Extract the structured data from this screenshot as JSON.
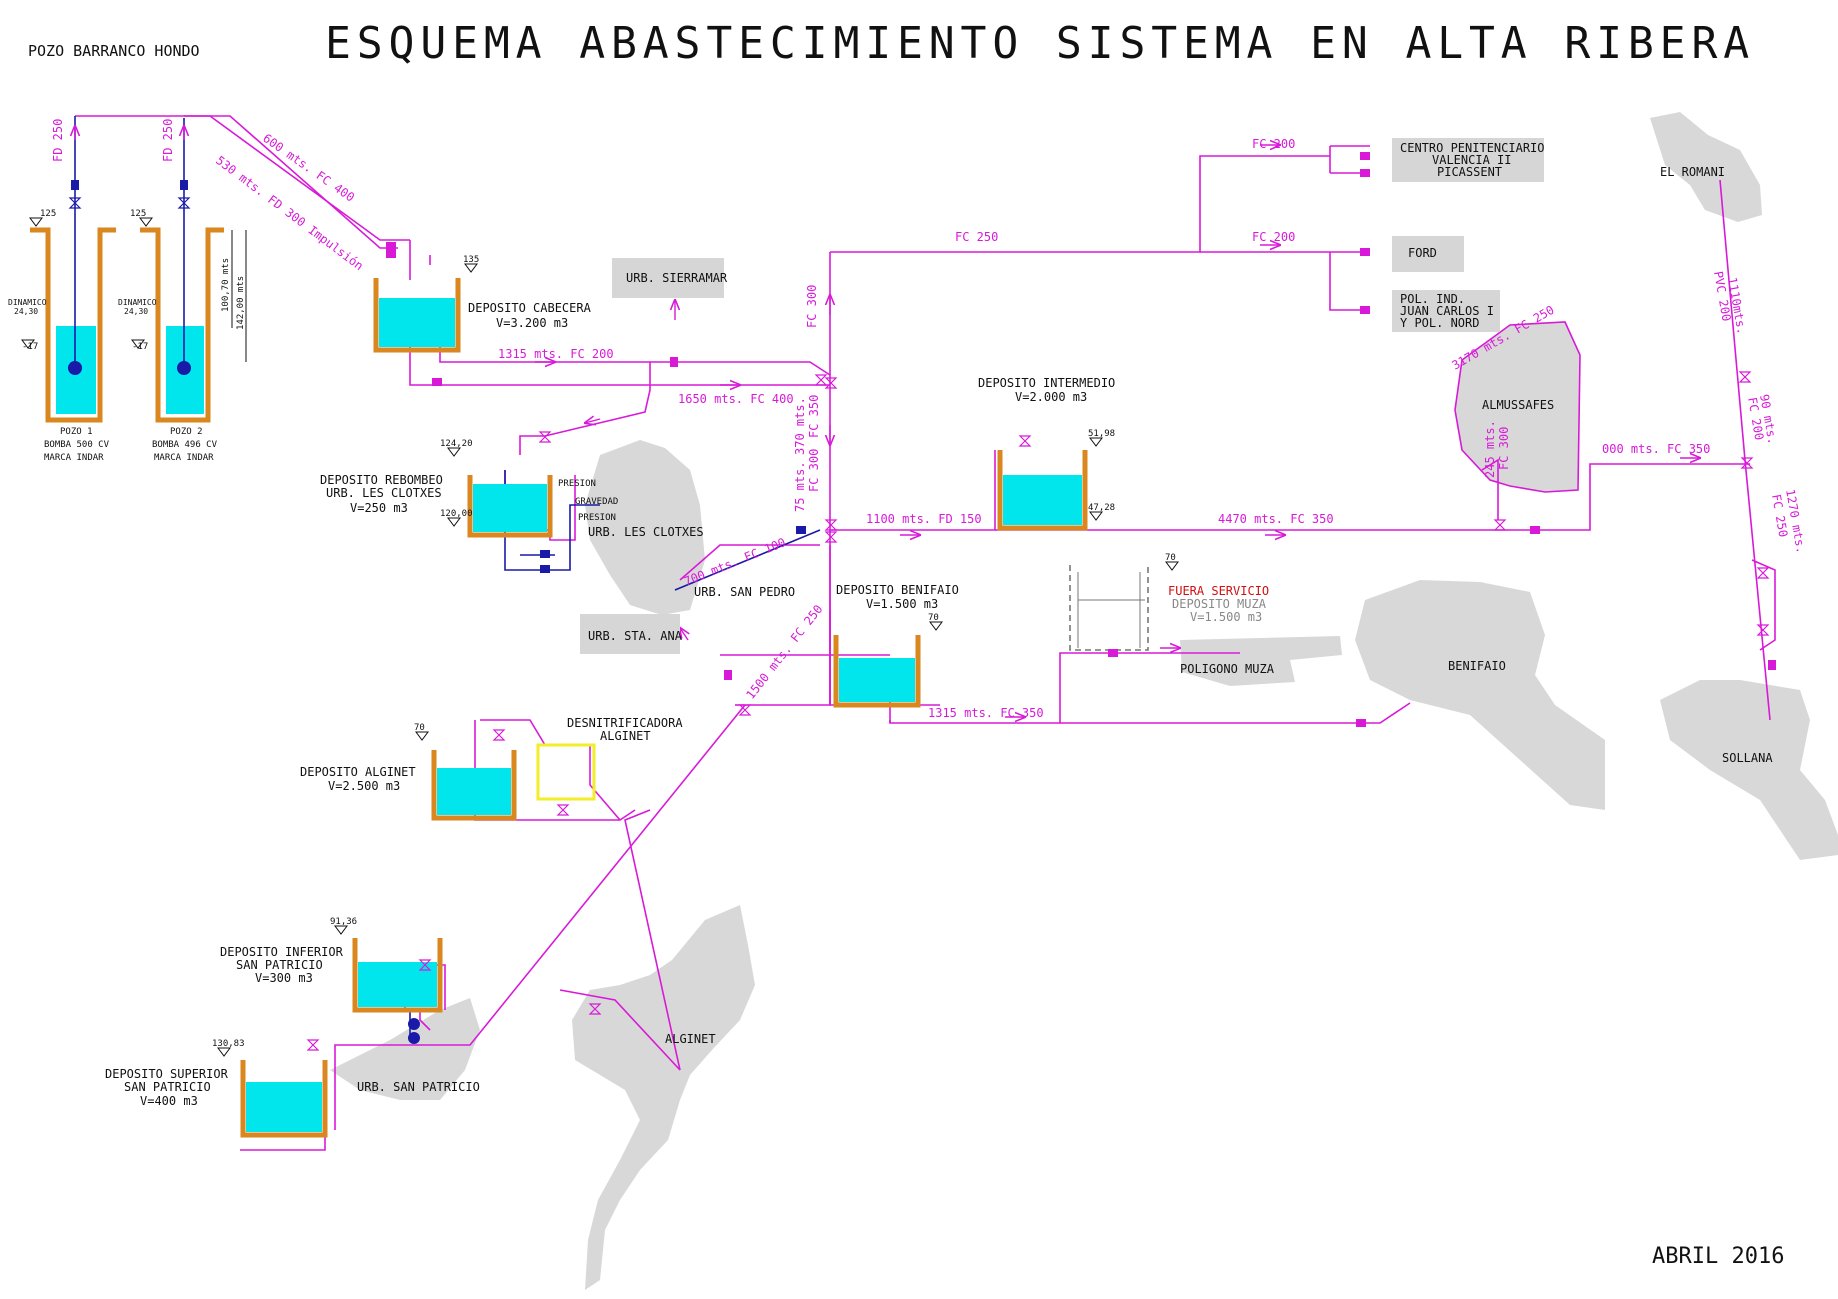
{
  "header": {
    "title": "ESQUEMA ABASTECIMIENTO SISTEMA EN ALTA RIBERA",
    "source": "POZO BARRANCO HONDO",
    "date": "ABRIL 2016"
  },
  "colors": {
    "pipe": "#d81ad8",
    "pipe_blue": "#1a1aa8",
    "water": "#00e6ec",
    "tank_wall": "#d9871e",
    "town": "#d8d8d8",
    "label_box": "#d6d6d6",
    "out_of_service": "#d01010",
    "nitrate_box": "#f2ee2a",
    "text": "#111111"
  },
  "wells": {
    "pozo1": {
      "name": "POZO 1",
      "pump": "BOMBA 500 CV",
      "brand": "MARCA INDAR",
      "pipe": "FD 250",
      "top": "125",
      "dynamic_label": "DINAMICO",
      "dynamic_value": "24,30",
      "level": "-17"
    },
    "pozo2": {
      "name": "POZO 2",
      "pump": "BOMBA 496 CV",
      "brand": "MARCA INDAR",
      "pipe": "FD 250",
      "top": "125",
      "dynamic_label": "DINAMICO",
      "dynamic_value": "24,30",
      "level": "-17"
    },
    "dim1": "100,70 mts",
    "dim2": "142,00 mts"
  },
  "tanks": {
    "cabecera": {
      "name": "DEPOSITO CABECERA",
      "volume": "V=3.200 m3",
      "level": "135"
    },
    "rebombeo": {
      "name1": "DEPOSITO REBOMBEO",
      "name2": "URB. LES CLOTXES",
      "volume": "V=250 m3",
      "level_top": "124,20",
      "level_bottom": "120,00",
      "presion": "PRESION",
      "gravedad": "GRAVEDAD",
      "presion2": "PRESION"
    },
    "intermedio": {
      "name": "DEPOSITO INTERMEDIO",
      "volume": "V=2.000 m3",
      "level_top": "51,98",
      "level_bottom": "47,28"
    },
    "benifaio": {
      "name": "DEPOSITO BENIFAIO",
      "volume": "V=1.500 m3",
      "level": "70"
    },
    "muza": {
      "status": "FUERA SERVICIO",
      "name": "DEPOSITO MUZA",
      "volume": "V=1.500 m3",
      "level": "70"
    },
    "alginet": {
      "name": "DEPOSITO ALGINET",
      "volume": "V=2.500 m3",
      "level": "70"
    },
    "desnitrificadora": {
      "name1": "DESNITRIFICADORA",
      "name2": "ALGINET"
    },
    "inferior": {
      "name1": "DEPOSITO INFERIOR",
      "name2": "SAN PATRICIO",
      "volume": "V=300 m3",
      "level": "91,36"
    },
    "superior": {
      "name1": "DEPOSITO SUPERIOR",
      "name2": "SAN PATRICIO",
      "volume": "V=400 m3",
      "level": "130,83"
    }
  },
  "pipes": {
    "p600": "600 mts. FC 400",
    "p530": "530 mts. FD 300 Impulsión",
    "p1315a": "1315 mts. FC 200",
    "p1650": "1650 mts. FC 400",
    "fc300v": "FC 300",
    "fc250top": "FC 250",
    "fc200a": "FC 200",
    "fc200b": "FC 200",
    "p370": "370 mts.",
    "p370b": "FC 350",
    "p75": "75 mts.",
    "p75b": "FC 300",
    "p1100": "1100 mts. FD 150",
    "p4470": "4470 mts. FC 350",
    "p700": "700 mts. FC 100",
    "p1500": "1500 mts. FC 250",
    "p1315b": "1315 mts. FC 350",
    "p3170": "3170 mts. FC 250",
    "p245": "245 mts.",
    "p245b": "FC 300",
    "p000": "000 mts. FC 350",
    "p1110": "1110mts.",
    "p1110b": "PVC 200",
    "p90": "90 mts.",
    "p90b": "FC 200",
    "p1270": "1270 mts.",
    "p1270b": "FC 250"
  },
  "places": {
    "sierramar": "URB. SIERRAMAR",
    "clotxes": "URB. LES CLOTXES",
    "san_pedro": "URB. SAN PEDRO",
    "sta_ana": "URB. STA. ANA",
    "san_patricio": "URB. SAN PATRICIO",
    "alginet": "ALGINET",
    "benifaio": "BENIFAIO",
    "poligono_muza": "POLIGONO MUZA",
    "almussafes": "ALMUSSAFES",
    "el_romani": "EL ROMANI",
    "sollana": "SOLLANA",
    "penitenciario": [
      "CENTRO PENITENCIARIO",
      "VALENCIA II",
      "PICASSENT"
    ],
    "ford": "FORD",
    "pol_ind": [
      "POL. IND.",
      "JUAN CARLOS I",
      "Y POL. NORD"
    ]
  }
}
